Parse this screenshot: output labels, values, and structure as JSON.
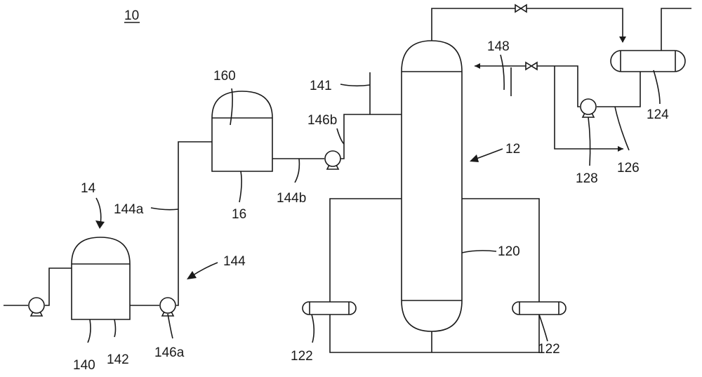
{
  "figure_label": "10",
  "labels": {
    "column": "12",
    "column_shell": "120",
    "reboiler_left": "122",
    "reboiler_right": "122",
    "condenser": "124",
    "reflux_line": "126",
    "reflux_pump": "128",
    "tank_assembly": "14",
    "feed_tank": "140",
    "feed_tank_body": "142",
    "transfer_system": "144",
    "transfer_line_a": "144a",
    "transfer_line_b": "144b",
    "pump_a": "146a",
    "pump_b": "146b",
    "feed_branch": "141",
    "side_draw": "148",
    "buffer_tank": "16",
    "buffer_tank_head": "160"
  }
}
